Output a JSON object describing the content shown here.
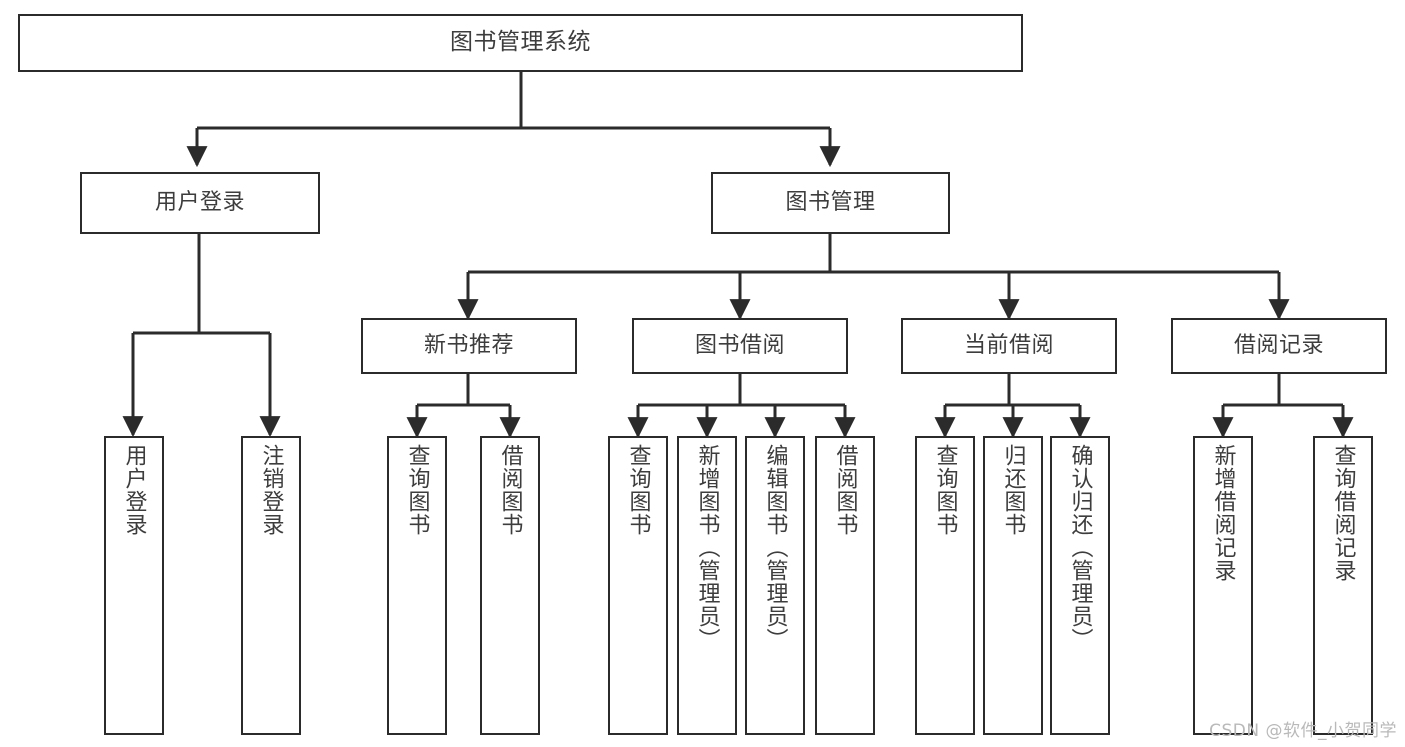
{
  "diagram": {
    "type": "tree-hierarchy",
    "title": "图书管理系统",
    "root": {
      "id": "root",
      "label": "图书管理系统",
      "level": 0
    },
    "level1": [
      {
        "id": "user-login",
        "label": "用户登录"
      },
      {
        "id": "book-management",
        "label": "图书管理"
      }
    ],
    "level2": [
      {
        "id": "new-book-recommend",
        "label": "新书推荐",
        "parent": "book-management"
      },
      {
        "id": "book-borrow",
        "label": "图书借阅",
        "parent": "book-management"
      },
      {
        "id": "current-borrow",
        "label": "当前借阅",
        "parent": "book-management"
      },
      {
        "id": "borrow-record",
        "label": "借阅记录",
        "parent": "book-management"
      }
    ],
    "leaves": {
      "user_login": [
        {
          "id": "leaf-user-login",
          "label": "用户登录"
        },
        {
          "id": "leaf-logout-login",
          "label": "注销登录"
        }
      ],
      "new_book_recommend": [
        {
          "id": "leaf-query-book-1",
          "label": "查询图书"
        },
        {
          "id": "leaf-borrow-book-1",
          "label": "借阅图书"
        }
      ],
      "book_borrow": [
        {
          "id": "leaf-query-book-2",
          "label": "查询图书"
        },
        {
          "id": "leaf-add-book",
          "label": "新增图书（管理员）"
        },
        {
          "id": "leaf-edit-book",
          "label": "编辑图书（管理员）"
        },
        {
          "id": "leaf-borrow-book-2",
          "label": "借阅图书"
        }
      ],
      "current_borrow": [
        {
          "id": "leaf-query-book-3",
          "label": "查询图书"
        },
        {
          "id": "leaf-return-book",
          "label": "归还图书"
        },
        {
          "id": "leaf-confirm-return",
          "label": "确认归还（管理员）"
        }
      ],
      "borrow_record": [
        {
          "id": "leaf-add-record",
          "label": "新增借阅记录"
        },
        {
          "id": "leaf-query-record",
          "label": "查询借阅记录"
        }
      ]
    }
  },
  "watermark": {
    "text": "CSDN @软件_小贺同学"
  },
  "colors": {
    "stroke": "#2b2b2b",
    "background": "#ffffff",
    "text": "#3d3d3d",
    "watermark": "#b9b9b9"
  }
}
